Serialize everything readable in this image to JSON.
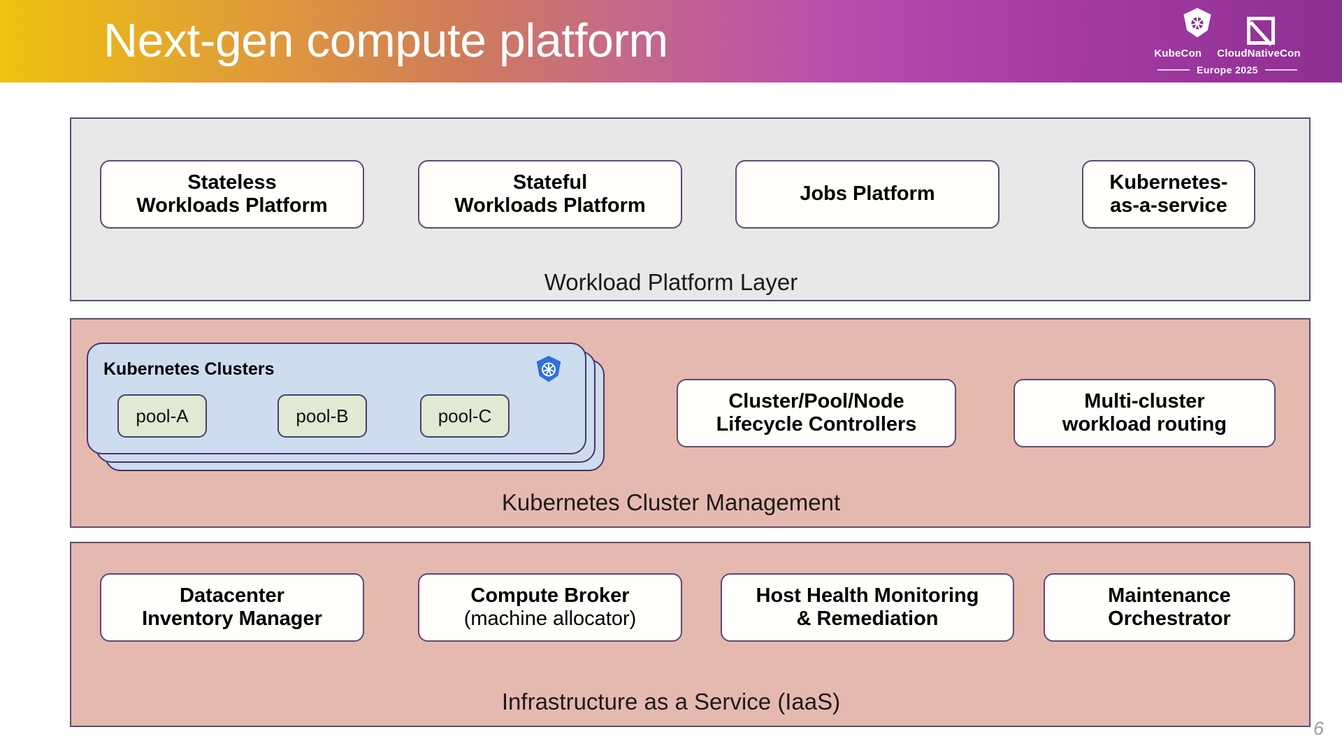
{
  "header": {
    "title": "Next-gen compute platform",
    "logo": {
      "k8s_icon": "kubernetes-wheel-icon",
      "cncf_icon": "cncf-mark-icon",
      "kubecon_label": "KubeCon",
      "cloudnativecon_label": "CloudNativeCon",
      "event_label": "Europe 2025"
    },
    "gradient": {
      "from": "#eec211",
      "mid": "#c4688c",
      "to": "#8e2f93"
    }
  },
  "layers": {
    "workload": {
      "caption": "Workload Platform Layer",
      "background": "#e8e8e8",
      "cards": [
        {
          "line1": "Stateless",
          "line2": "Workloads Platform"
        },
        {
          "line1": "Stateful",
          "line2": "Workloads Platform"
        },
        {
          "line1": "Jobs Platform",
          "line2": ""
        },
        {
          "line1": "Kubernetes-",
          "line2": "as-a-service"
        }
      ]
    },
    "kubernetes_management": {
      "caption": "Kubernetes Cluster Management",
      "background": "#e6b9b0",
      "cluster_group": {
        "title": "Kubernetes Clusters",
        "icon": "kubernetes-wheel-icon",
        "pools": [
          "pool-A",
          "pool-B",
          "pool-C"
        ],
        "stack_count": 3,
        "sheet_color": "#cddcef",
        "pool_color": "#dfe9d3"
      },
      "cards": [
        {
          "line1": "Cluster/Pool/Node",
          "line2": "Lifecycle Controllers"
        },
        {
          "line1": "Multi-cluster",
          "line2": "workload routing"
        }
      ]
    },
    "iaas": {
      "caption": "Infrastructure as a Service (IaaS)",
      "background": "#e6b9b0",
      "cards": [
        {
          "line1": "Datacenter",
          "line2": "Inventory Manager",
          "line2_plain": false
        },
        {
          "line1": "Compute Broker",
          "line2": "(machine allocator)",
          "line2_plain": true
        },
        {
          "line1": "Host Health Monitoring",
          "line2": "& Remediation",
          "line2_plain": false
        },
        {
          "line1": "Maintenance",
          "line2": "Orchestrator",
          "line2_plain": false
        }
      ]
    }
  },
  "footer": {
    "page_number": "6"
  }
}
